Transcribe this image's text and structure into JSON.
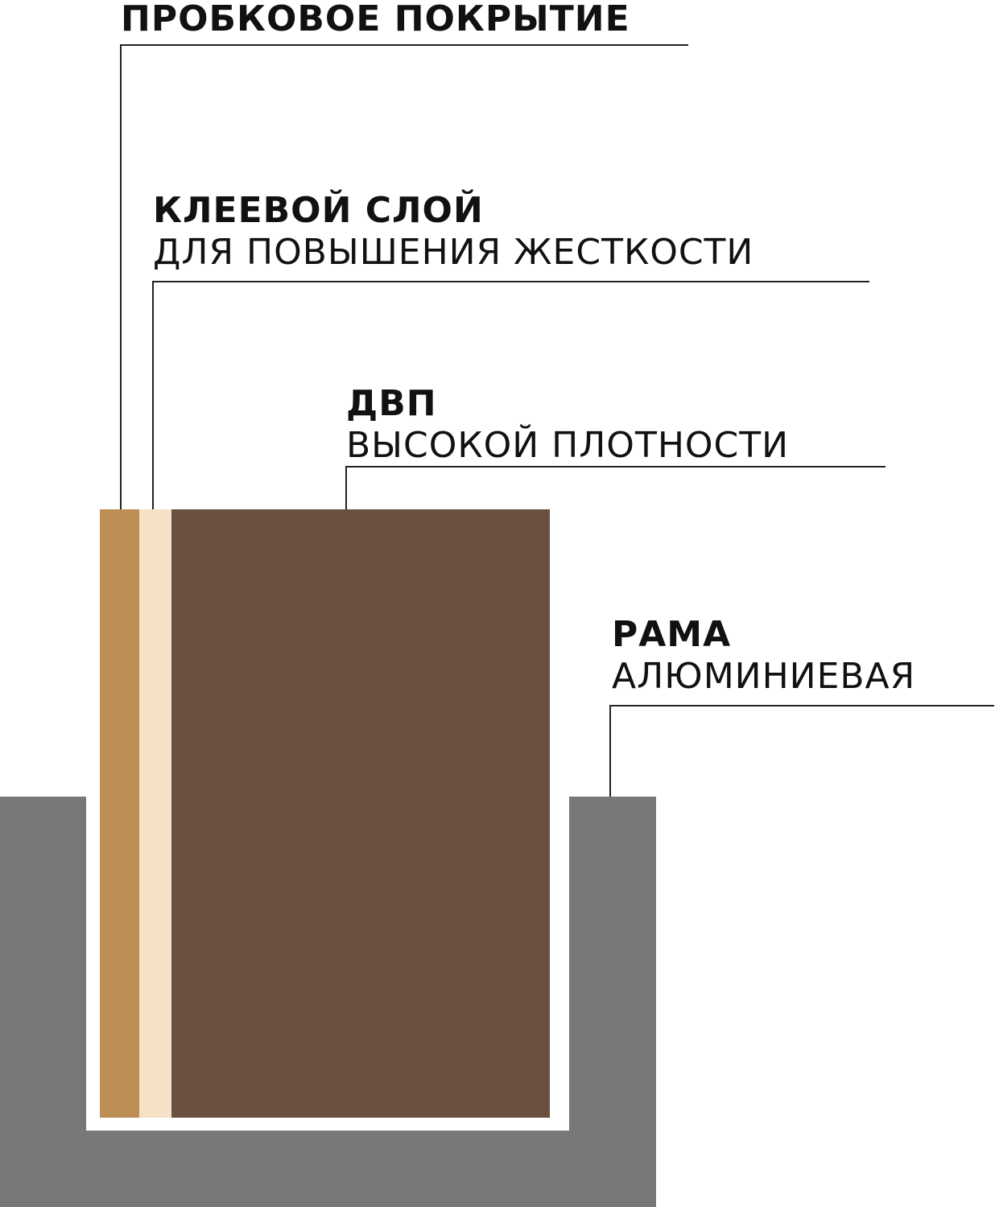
{
  "labels": {
    "cork": {
      "line1": "ПРОБКОВОЕ ПОКРЫТИЕ"
    },
    "glue": {
      "line1": "КЛЕЕВОЙ СЛОЙ",
      "line2": "ДЛЯ ПОВЫШЕНИЯ ЖЕСТКОСТИ"
    },
    "hdf": {
      "line1": "ДВП",
      "line2": "ВЫСОКОЙ ПЛОТНОСТИ"
    },
    "frame": {
      "line1": "РАМА",
      "line2": "АЛЮМИНИЕВАЯ"
    }
  },
  "colors": {
    "cork": "#bc8e56",
    "glue": "#f6e1c6",
    "hdf": "#6a5040",
    "frame": "#77787a",
    "leader": "#222222"
  }
}
